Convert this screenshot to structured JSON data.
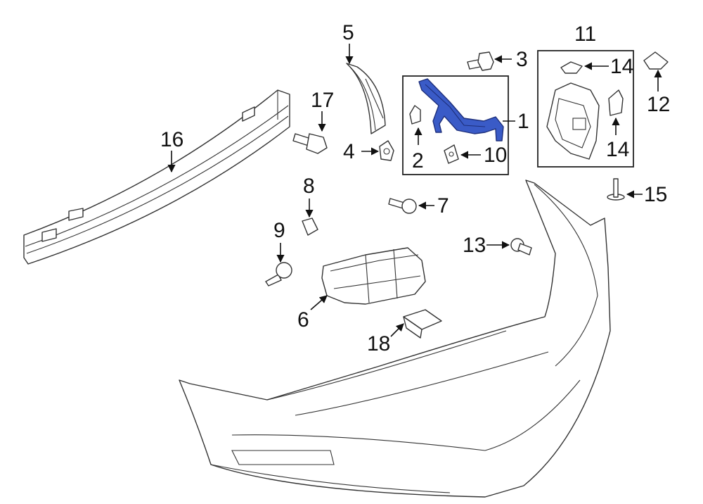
{
  "callouts": {
    "c1": "1",
    "c2": "2",
    "c3": "3",
    "c4": "4",
    "c5": "5",
    "c6": "6",
    "c7": "7",
    "c8": "8",
    "c9": "9",
    "c10": "10",
    "c11": "11",
    "c12": "12",
    "c13": "13",
    "c14a": "14",
    "c14b": "14",
    "c15": "15",
    "c16": "16",
    "c17": "17",
    "c18": "18"
  },
  "colors": {
    "highlight": "#3a5bc7",
    "line": "#333333",
    "background": "#ffffff"
  }
}
